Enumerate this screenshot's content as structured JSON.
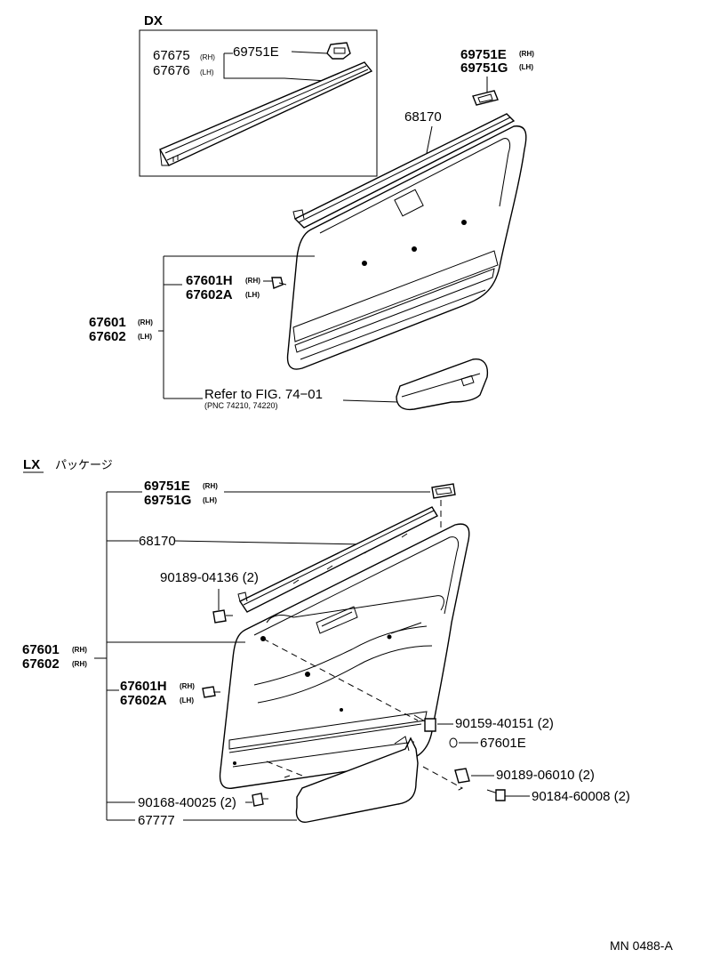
{
  "diagram_id": "MN 0488-A",
  "dx": {
    "section_label": "DX",
    "inset": {
      "p67675": "67675",
      "p67675_tag": "(RH)",
      "p67676": "67676",
      "p67676_tag": "(LH)",
      "p69751e": "69751E"
    },
    "clip_rh": "69751E",
    "clip_rh_tag": "(RH)",
    "clip_lh": "69751G",
    "clip_lh_tag": "(LH)",
    "weatherstrip": "68170",
    "clip_h": "67601H",
    "clip_h_tag": "(RH)",
    "clip_a": "67602A",
    "clip_a_tag": "(LH)",
    "board_rh": "67601",
    "board_rh_tag": "(RH)",
    "board_lh": "67602",
    "board_lh_tag": "(LH)",
    "refer": "Refer to FIG. 74−01",
    "refer_pnc": "(PNC 74210, 74220)"
  },
  "lx": {
    "section_label": "LX",
    "section_sub": "パッケージ",
    "clip_rh": "69751E",
    "clip_rh_tag": "(RH)",
    "clip_lh": "69751G",
    "clip_lh_tag": "(LH)",
    "weatherstrip": "68170",
    "screw_04136": "90189-04136 (2)",
    "board_rh": "67601",
    "board_rh_tag": "(RH)",
    "board_lh": "67602",
    "board_lh_tag": "(RH)",
    "clip_h": "67601H",
    "clip_h_tag": "(RH)",
    "clip_a": "67602A",
    "clip_a_tag": "(LH)",
    "screw_40151": "90159-40151 (2)",
    "ring_67601e": "67601E",
    "screw_06010": "90189-06010 (2)",
    "screw_60008": "90184-60008 (2)",
    "screw_40025": "90168-40025 (2)",
    "pocket": "67777"
  }
}
